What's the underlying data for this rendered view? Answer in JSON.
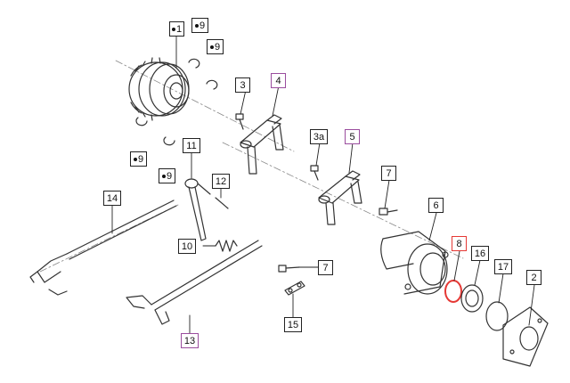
{
  "callouts": [
    {
      "id": "1",
      "label": "1",
      "dot": true,
      "style": "normal"
    },
    {
      "id": "9a",
      "label": "9",
      "dot": true,
      "style": "normal"
    },
    {
      "id": "9b",
      "label": "9",
      "dot": true,
      "style": "normal"
    },
    {
      "id": "3",
      "label": "3",
      "dot": false,
      "style": "normal"
    },
    {
      "id": "4",
      "label": "4",
      "dot": false,
      "style": "purple"
    },
    {
      "id": "3a",
      "label": "3a",
      "dot": false,
      "style": "normal"
    },
    {
      "id": "5",
      "label": "5",
      "dot": false,
      "style": "purple"
    },
    {
      "id": "9c",
      "label": "9",
      "dot": true,
      "style": "normal"
    },
    {
      "id": "11",
      "label": "11",
      "dot": false,
      "style": "normal"
    },
    {
      "id": "9d",
      "label": "9",
      "dot": true,
      "style": "normal"
    },
    {
      "id": "12",
      "label": "12",
      "dot": false,
      "style": "normal"
    },
    {
      "id": "14",
      "label": "14",
      "dot": false,
      "style": "normal"
    },
    {
      "id": "7a",
      "label": "7",
      "dot": false,
      "style": "normal"
    },
    {
      "id": "6",
      "label": "6",
      "dot": false,
      "style": "normal"
    },
    {
      "id": "10",
      "label": "10",
      "dot": false,
      "style": "normal"
    },
    {
      "id": "8",
      "label": "8",
      "dot": false,
      "style": "red"
    },
    {
      "id": "16",
      "label": "16",
      "dot": false,
      "style": "normal"
    },
    {
      "id": "17",
      "label": "17",
      "dot": false,
      "style": "normal"
    },
    {
      "id": "2",
      "label": "2",
      "dot": false,
      "style": "normal"
    },
    {
      "id": "7b",
      "label": "7",
      "dot": false,
      "style": "normal"
    },
    {
      "id": "15",
      "label": "15",
      "dot": false,
      "style": "normal"
    },
    {
      "id": "13",
      "label": "13",
      "dot": false,
      "style": "purple"
    }
  ],
  "colors": {
    "line": "#333333",
    "axis": "#888888",
    "callout_highlight_purple": "#9a4d9e",
    "callout_highlight_red": "#e53935",
    "seal_ring": "#e53935"
  }
}
